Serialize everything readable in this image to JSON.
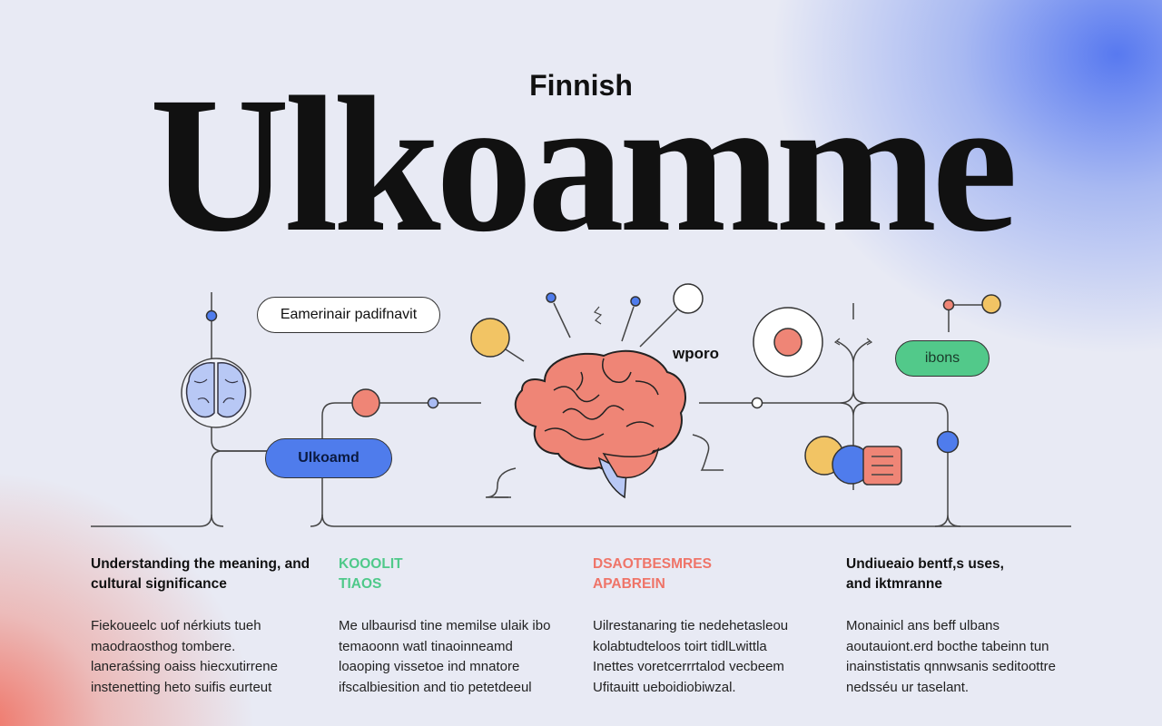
{
  "header": {
    "subtitle": "Finnish",
    "title": "Ulkoamme"
  },
  "diagram": {
    "pill_top": "Eamerinair padifnavit",
    "pill_blue": "Ulkoamd",
    "pill_green": "ibons",
    "brain_label": "wporo"
  },
  "columns": [
    {
      "heading": "Understanding the meaning, and cultural significance",
      "heading_color": "#111111",
      "body": "Fiekoueelc uof nérkiuts tueh maodraosthog tombere. laneraśsing oaiss hiecxutirrene instenetting heto suifis eurteut"
    },
    {
      "heading": "KOOOLIT TIAOS",
      "heading_color": "#4fc98a",
      "body": "Me ulbaurisd tine memilse ulaik ibo temaoonn watl tinaoinneamd loaoping vissetoe ind mnatore ifscalbiesition and tio petetdeeul"
    },
    {
      "heading": "DSAOTBESMRES APABREIN",
      "heading_color": "#ef7468",
      "body": "Uilrestanaring tie nedehetasleou kolabtudteloos toirt tidlLwittla Inettes voretcerrrtalod vecbeem Ufitauitt ueboidiobiwzal."
    },
    {
      "heading": "Undiueaio bentf,s uses, and iktmranne",
      "heading_color": "#111111",
      "body": "Monainicl ans beff ulbans aoutauiont.erd bocthe tabeinn tun inainstistatis qnnwsanis seditoottre nedsséu ur taselant."
    }
  ],
  "colors": {
    "blue": "#4f7cec",
    "red": "#ef8576",
    "yellow": "#f2c464",
    "green": "#52c98a",
    "line": "#444444"
  }
}
